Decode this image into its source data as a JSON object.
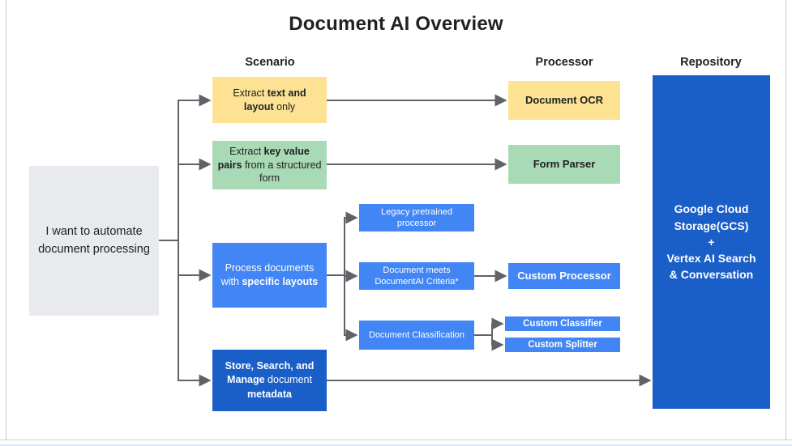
{
  "title": "Document AI Overview",
  "columns": {
    "scenario": "Scenario",
    "processor": "Processor",
    "repository": "Repository"
  },
  "nodes": {
    "root": "I want to automate document processing",
    "extract_text": {
      "pre": "Extract ",
      "bold": "text and layout",
      "post": " only"
    },
    "extract_kv": {
      "pre": "Extract ",
      "bold": "key value pairs",
      "post": " from a structured form"
    },
    "process_layouts": {
      "pre": "Process documents with ",
      "bold": "specific layouts"
    },
    "store_search": {
      "bold1": "Store, Search, and Manage",
      "mid": " document ",
      "bold2": "metadata"
    },
    "legacy_pretrained": "Legacy pretrained processor",
    "criteria": "Document meets DocumentAI Criteria*",
    "classification": "Document Classification",
    "document_ocr": "Document OCR",
    "form_parser": "Form Parser",
    "custom_processor": "Custom Processor",
    "custom_classifier": "Custom Classifier",
    "custom_splitter": "Custom Splitter",
    "repository": {
      "line1": "Google Cloud Storage(GCS)",
      "plus": "+",
      "line2": "Vertex AI Search & Conversation"
    }
  },
  "colors": {
    "yellow": "#fde293",
    "green": "#a8dab5",
    "blue": "#4285f4",
    "dark_blue": "#1a5ec8",
    "gray": "#e8eaed",
    "arrow": "#5f6368"
  }
}
